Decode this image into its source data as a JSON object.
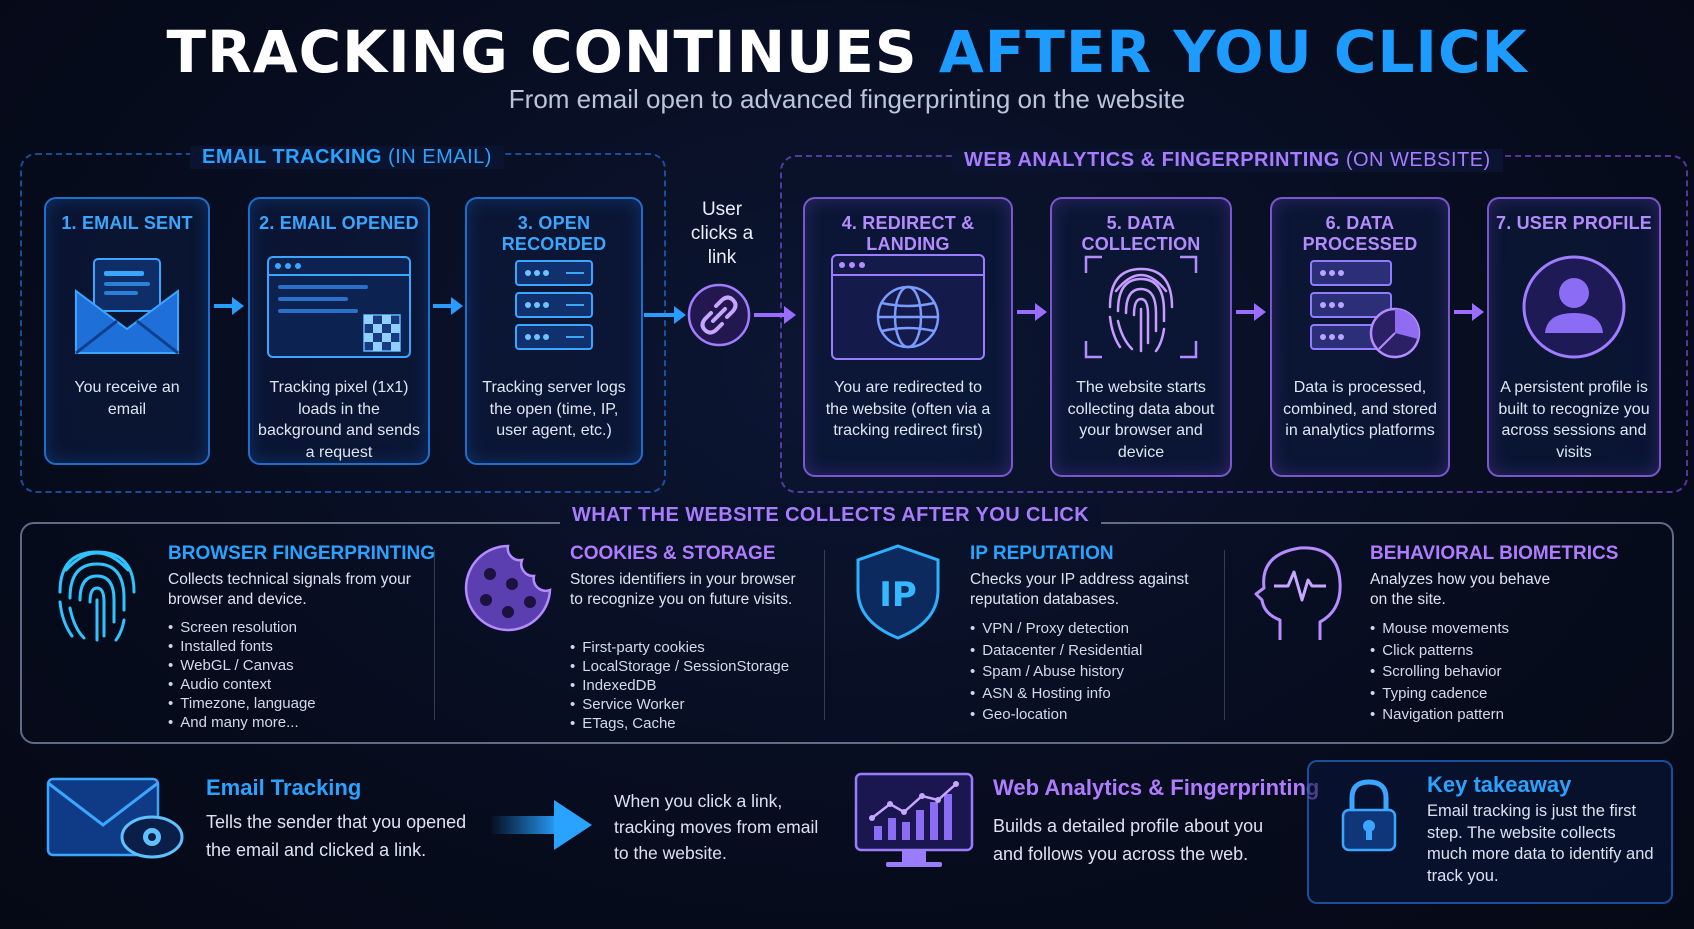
{
  "title": {
    "part1": "TRACKING CONTINUES",
    "part2": "AFTER YOU CLICK"
  },
  "subtitle": "From email open to advanced fingerprinting on the website",
  "regions": {
    "email": {
      "label": "EMAIL TRACKING",
      "qualifier": "(IN EMAIL)"
    },
    "web": {
      "label": "WEB ANALYTICS & FINGERPRINTING",
      "qualifier": "(ON WEBSITE)"
    }
  },
  "user_clicks": "User clicks a link",
  "steps": [
    {
      "title": "1. EMAIL SENT",
      "desc": "You receive an email",
      "icon": "envelope-icon"
    },
    {
      "title": "2. EMAIL OPENED",
      "desc": "Tracking pixel (1x1) loads in the background and sends a request",
      "icon": "browser-pixel-icon"
    },
    {
      "title": "3. OPEN RECORDED",
      "desc": "Tracking server logs the open (time, IP, user agent, etc.)",
      "icon": "server-icon"
    },
    {
      "title": "4. REDIRECT & LANDING",
      "desc": "You are redirected to the website (often via a tracking redirect first)",
      "icon": "globe-browser-icon"
    },
    {
      "title": "5. DATA COLLECTION",
      "desc": "The website starts collecting data about your browser and device",
      "icon": "fingerprint-icon"
    },
    {
      "title": "6. DATA PROCESSED",
      "desc": "Data is processed, combined, and stored in analytics platforms",
      "icon": "database-chart-icon"
    },
    {
      "title": "7. USER PROFILE",
      "desc": "A persistent profile is built to recognize you across sessions and visits",
      "icon": "user-profile-icon"
    }
  ],
  "collects": {
    "label": "WHAT THE WEBSITE COLLECTS AFTER YOU CLICK",
    "columns": [
      {
        "title": "BROWSER FINGERPRINTING",
        "desc": "Collects technical signals from your browser and device.",
        "color": "#2aa3ff",
        "icon": "fingerprint-icon",
        "items": [
          "Screen resolution",
          "Installed fonts",
          "WebGL / Canvas",
          "Audio context",
          "Timezone, language",
          "And many more..."
        ]
      },
      {
        "title": "COOKIES & STORAGE",
        "desc": "Stores identifiers in your browser to recognize you on future visits.",
        "color": "#b07cff",
        "icon": "cookie-icon",
        "items": [
          "First-party cookies",
          "LocalStorage / SessionStorage",
          "IndexedDB",
          "Service Worker",
          "ETags, Cache"
        ]
      },
      {
        "title": "IP REPUTATION",
        "desc": "Checks your IP address against reputation databases.",
        "color": "#2aa3ff",
        "icon": "ip-shield-icon",
        "items": [
          "VPN / Proxy detection",
          "Datacenter / Residential",
          "Spam / Abuse history",
          "ASN & Hosting info",
          "Geo-location"
        ]
      },
      {
        "title": "BEHAVIORAL BIOMETRICS",
        "desc": "Analyzes how you behave on the site.",
        "color": "#b07cff",
        "icon": "head-pulse-icon",
        "items": [
          "Mouse movements",
          "Click patterns",
          "Scrolling behavior",
          "Typing cadence",
          "Navigation pattern"
        ]
      }
    ]
  },
  "bottom": {
    "email": {
      "title": "Email Tracking",
      "text": "Tells the sender that you opened the email and clicked a link."
    },
    "transition": "When you click a link, tracking moves from email to the website.",
    "web": {
      "title": "Web Analytics & Fingerprinting",
      "text": "Builds a detailed profile about you and follows you across the web."
    },
    "takeaway": {
      "title": "Key takeaway",
      "text": "Email tracking is just the first step. The website collects much more data to identify and track you."
    }
  },
  "colors": {
    "blue": "#1e9bff",
    "purple": "#a87bff",
    "background": "#070c1e"
  }
}
